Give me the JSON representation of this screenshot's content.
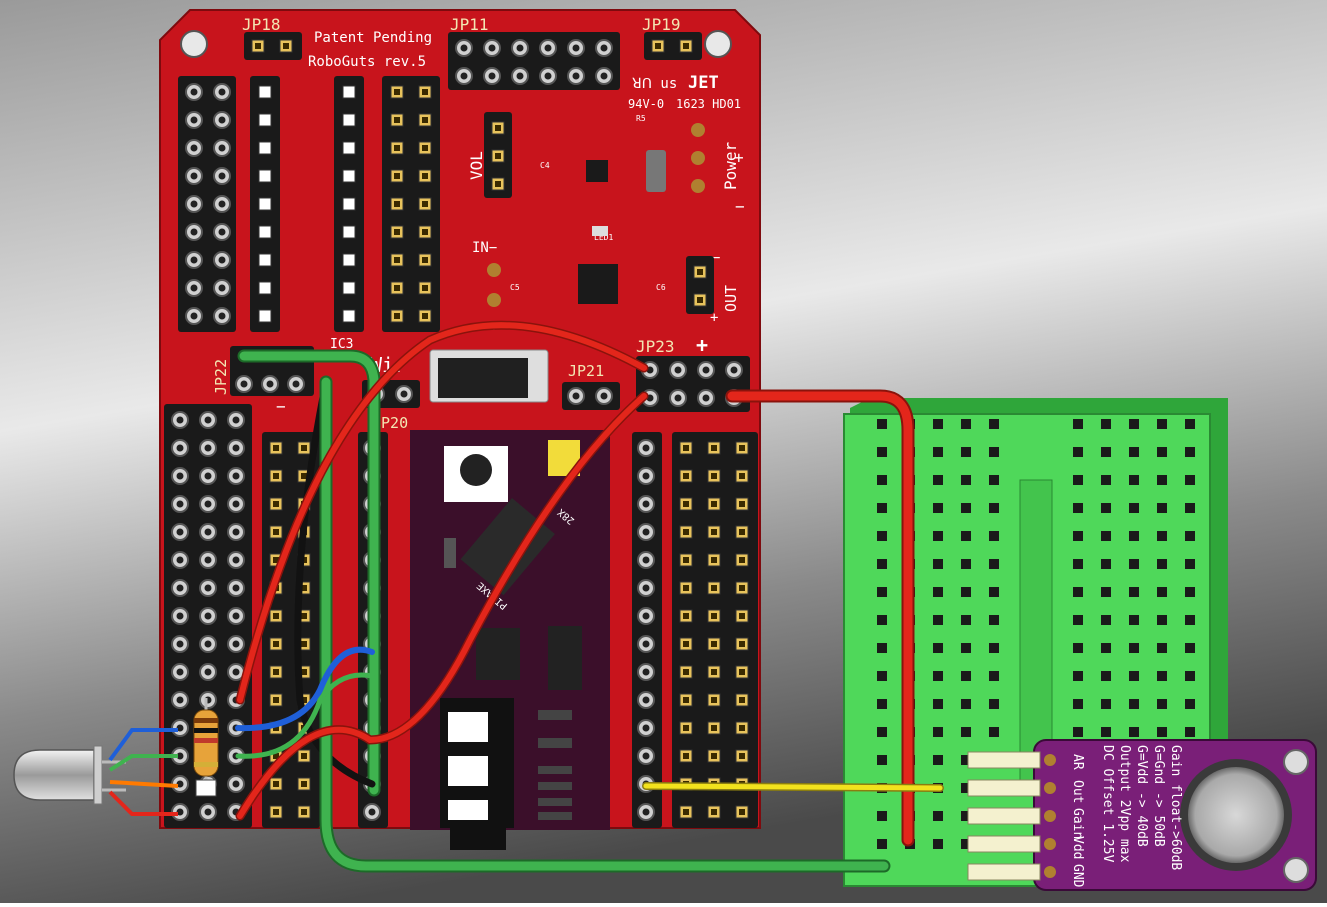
{
  "board": {
    "name": "RoboGuts rev.5",
    "patent": "Patent Pending",
    "jp18": "JP18",
    "jp11": "JP11",
    "jp19": "JP19",
    "jp22": "JP22",
    "jp23": "JP23",
    "jp21": "JP21",
    "jp20": "JP20",
    "ic3": "IC3",
    "vol": "VOL",
    "in_minus": "IN−",
    "in_label": "IN",
    "out_label": "OUT",
    "plus": "+",
    "minus": "−",
    "power": "Power",
    "cert_ul": "ꓤꓵ us",
    "cert_jet": "JET",
    "cert_94v0": "94V-0",
    "cert_code": "1623 HD01",
    "r5": "R5",
    "c4": "C4",
    "c5": "C5",
    "c6": "C6",
    "led1": "LED1",
    "wire_label": "Wir"
  },
  "microcontroller": {
    "brand": "PICAXE",
    "model": "28X"
  },
  "mic_module": {
    "notes": [
      "Gain float->60dB",
      "G=Gnd -> 50dB",
      "G=Vdd -> 40dB",
      "Output 2Vpp max",
      "DC Offset 1.25V"
    ],
    "pins": [
      "AR",
      "Out",
      "Gain",
      "Vdd",
      "GND"
    ]
  },
  "colors": {
    "background": "#6f6f6f",
    "pcb": "#c8141c",
    "breadboard": "#4fd85a",
    "module": "#7a1f78",
    "wire_red": "#e3261b",
    "wire_green": "#3fb34f",
    "wire_black": "#121212",
    "wire_blue": "#1f5fd8",
    "wire_yellow": "#f2e21d",
    "wire_orange": "#ff7a00"
  }
}
